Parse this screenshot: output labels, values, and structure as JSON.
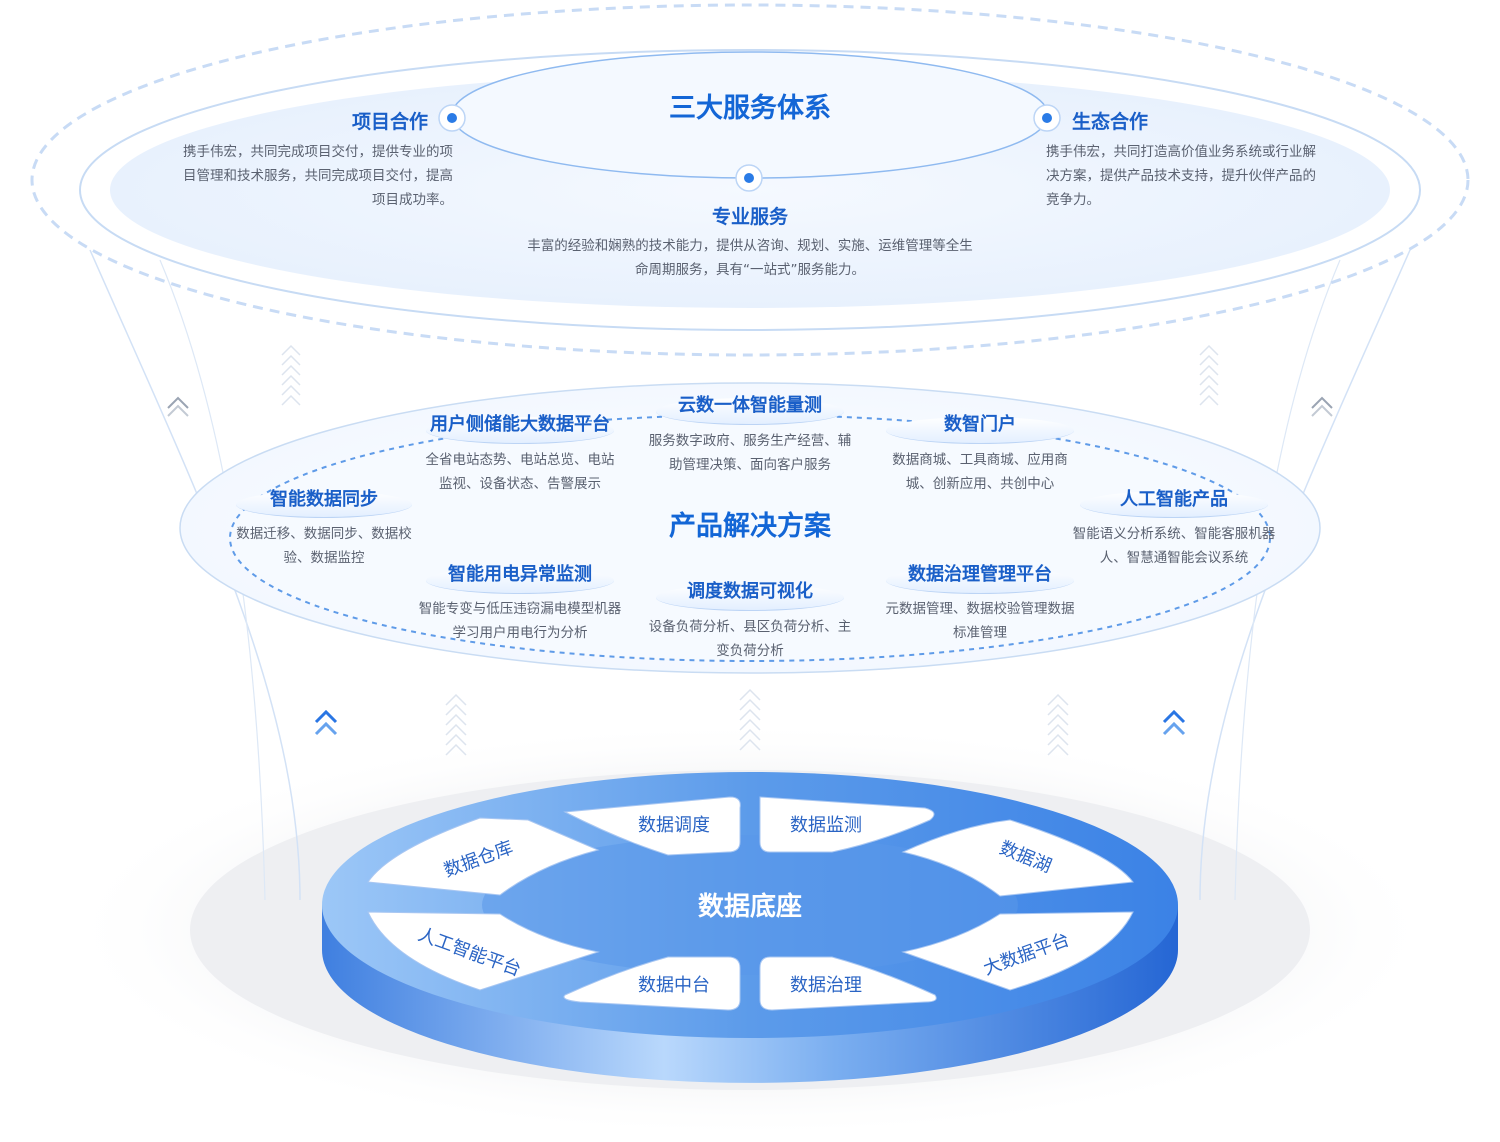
{
  "services": {
    "title": "三大服务体系",
    "items": [
      {
        "title": "项目合作",
        "desc": "携手伟宏，共同完成项目交付，提供专业的项目管理和技术服务，共同完成项目交付，提高项目成功率。"
      },
      {
        "title": "专业服务",
        "desc": "丰富的经验和娴熟的技术能力，提供从咨询、规划、实施、运维管理等全生命周期服务，具有“一站式”服务能力。"
      },
      {
        "title": "生态合作",
        "desc": "携手伟宏，共同打造高价值业务系统或行业解决方案，提供产品技术支持，提升伙伴产品的竞争力。"
      }
    ]
  },
  "products": {
    "title": "产品解决方案",
    "items": [
      {
        "title": "云数一体智能量测",
        "desc": "服务数字政府、服务生产经营、辅助管理决策、面向客户服务"
      },
      {
        "title": "用户侧储能大数据平台",
        "desc": "全省电站态势、电站总览、电站监视、设备状态、告警展示"
      },
      {
        "title": "数智门户",
        "desc": "数据商城、工具商城、应用商城、创新应用、共创中心"
      },
      {
        "title": "智能数据同步",
        "desc": "数据迁移、数据同步、数据校验、数据监控"
      },
      {
        "title": "人工智能产品",
        "desc": "智能语义分析系统、智能客服机器人、智慧通智能会议系统"
      },
      {
        "title": "智能用电异常监测",
        "desc": "智能专变与低压违窃漏电模型机器学习用户用电行为分析"
      },
      {
        "title": "调度数据可视化",
        "desc": "设备负荷分析、县区负荷分析、主变负荷分析"
      },
      {
        "title": "数据治理管理平台",
        "desc": "元数据管理、数据校验管理数据标准管理"
      }
    ]
  },
  "base": {
    "title": "数据底座",
    "segments": [
      "数据调度",
      "数据监测",
      "数据湖",
      "大数据平台",
      "数据治理",
      "数据中台",
      "人工智能平台",
      "数据仓库"
    ]
  },
  "colors": {
    "accent": "#1366d6",
    "disc": "#4a8fe8",
    "desc": "#5a6170"
  }
}
